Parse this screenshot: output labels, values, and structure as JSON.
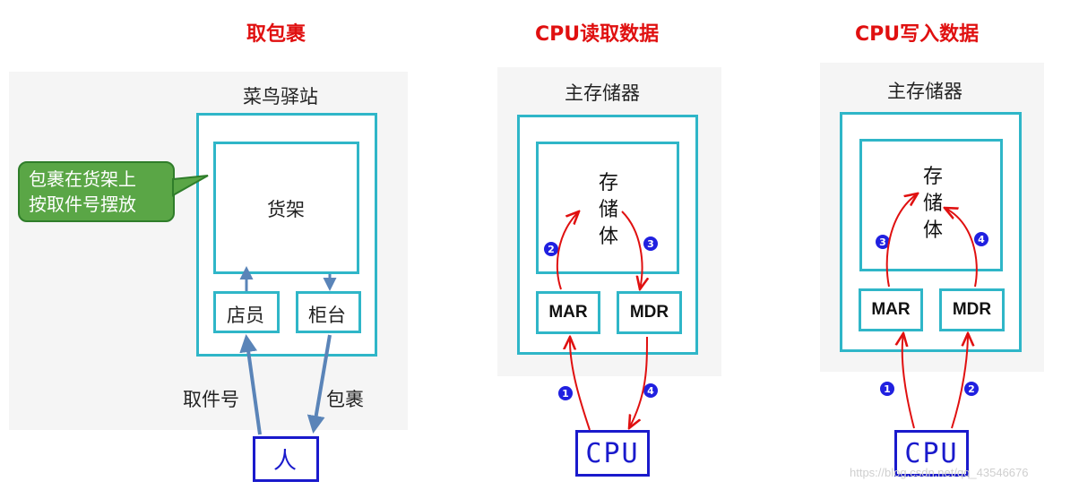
{
  "panels": {
    "left": {
      "title": "取包裹",
      "station_label": "菜鸟驿站",
      "shelf_label": "货架",
      "clerk_label": "店员",
      "counter_label": "柜台",
      "bubble_line1": "包裹在货架上",
      "bubble_line2": "按取件号摆放",
      "pickup_number_label": "取件号",
      "package_label": "包裹",
      "person_label": "人"
    },
    "middle": {
      "title": "CPU读取数据",
      "memory_label": "主存储器",
      "storage_label": "存储体",
      "mar_label": "MAR",
      "mdr_label": "MDR",
      "cpu_label": "CPU",
      "steps": [
        "1",
        "2",
        "3",
        "4"
      ]
    },
    "right": {
      "title": "CPU写入数据",
      "memory_label": "主存储器",
      "storage_label": "存储体",
      "mar_label": "MAR",
      "mdr_label": "MDR",
      "cpu_label": "CPU",
      "steps": [
        "1",
        "2",
        "3",
        "4"
      ]
    }
  },
  "watermark": "https://blog.csdn.net/qq_43546676",
  "colors": {
    "frame": "#2fb6c8",
    "title": "#e01010",
    "arrow_red": "#e01010",
    "arrow_blue": "#5a84b8",
    "cpu_blue": "#1a1acc",
    "bubble_green": "#5aa646"
  }
}
